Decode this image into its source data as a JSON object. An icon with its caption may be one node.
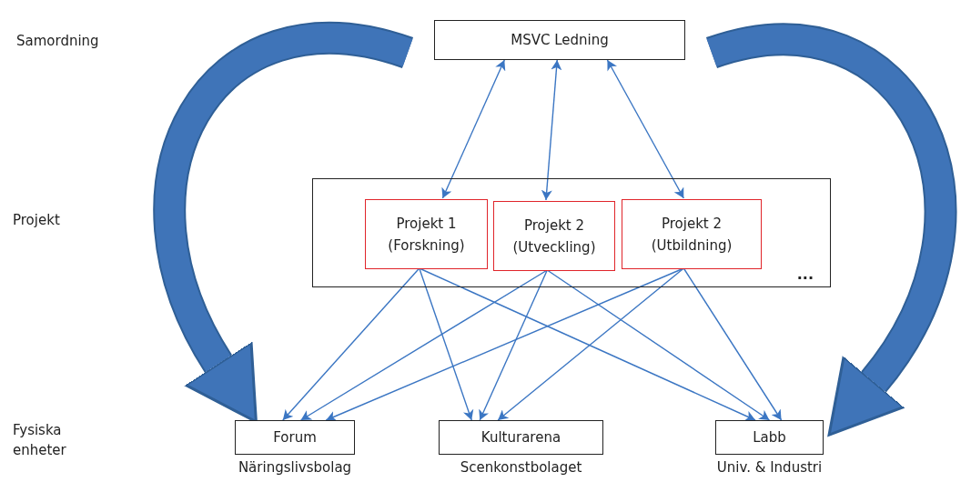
{
  "diagram": {
    "nodes": [
      {
        "text": [
          "MSVC Ledning"
        ]
      },
      {
        "text": [
          "..."
        ]
      },
      {
        "text": [
          "Projekt 1",
          "(Forskning)"
        ],
        "in": 1
      },
      {
        "text": [
          "Projekt 2",
          "(Utveckling)"
        ],
        "in": 1
      },
      {
        "text": [
          "Projekt 2",
          "(Utbildning)"
        ],
        "in": 1
      },
      {
        "text": [
          "Forum"
        ],
        "beside": [
          "Näringslivsbolag"
        ]
      },
      {
        "text": [
          "Kulturarena"
        ],
        "beside": [
          "Scenkonstbolaget"
        ]
      },
      {
        "text": [
          "Labb"
        ],
        "beside": [
          "Univ. & Industri"
        ]
      }
    ],
    "edges": [
      {
        "from": 0,
        "to": 2,
        "arrow": "both"
      },
      {
        "from": 0,
        "to": 3,
        "arrow": "both"
      },
      {
        "from": 0,
        "to": 4,
        "arrow": "both"
      },
      {
        "from": 2,
        "to": 5,
        "arrow": "to"
      },
      {
        "from": 2,
        "to": 6,
        "arrow": "to"
      },
      {
        "from": 2,
        "to": 7,
        "arrow": "to"
      },
      {
        "from": 3,
        "to": 5,
        "arrow": "to"
      },
      {
        "from": 3,
        "to": 6,
        "arrow": "to"
      },
      {
        "from": 3,
        "to": 7,
        "arrow": "to"
      },
      {
        "from": 4,
        "to": 5,
        "arrow": "to"
      },
      {
        "from": 4,
        "to": 6,
        "arrow": "to"
      },
      {
        "from": 4,
        "to": 7,
        "arrow": "to"
      },
      {
        "from": null,
        "to": 5,
        "arrow": "to",
        "style": "thick",
        "color": "#2f5f96"
      },
      {
        "from": null,
        "to": 7,
        "arrow": "to",
        "style": "thick",
        "color": "#2f5f96"
      }
    ],
    "labels": [
      "Samordning",
      "Projekt",
      "Fysiska enheter"
    ]
  }
}
